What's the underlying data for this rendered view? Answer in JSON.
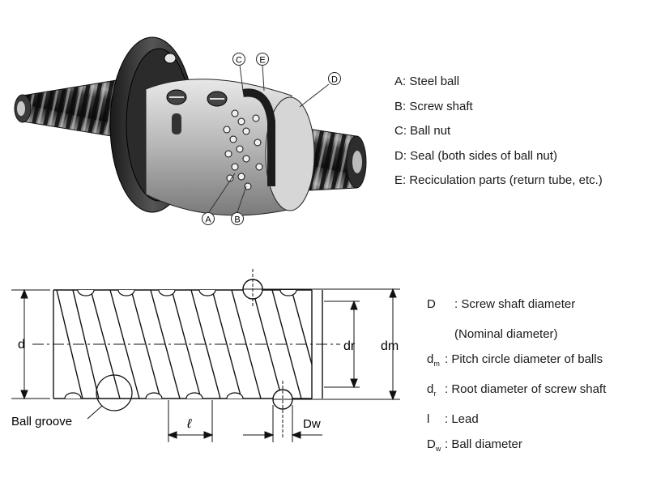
{
  "photo_callouts": [
    "C",
    "E",
    "D",
    "A",
    "B"
  ],
  "parts_legend": [
    "A: Steel ball",
    "B: Screw shaft",
    "C: Ball nut",
    "D: Seal (both sides of ball nut)",
    "E: Reciculation parts (return tube, etc.)"
  ],
  "schematic_labels": {
    "d": "d",
    "dr": "dr",
    "dm": "dm",
    "ball_groove": "Ball groove",
    "lead": "ℓ",
    "dw": "Dw"
  },
  "dimension_legend": [
    {
      "sym": "D",
      "sub": "",
      "sep": " : ",
      "desc": "Screw shaft diameter"
    },
    {
      "sym": "",
      "sub": "",
      "sep": "",
      "desc": "(Nominal diameter)"
    },
    {
      "sym": "d",
      "sub": "m",
      "sep": " : ",
      "desc": "Pitch circle diameter of balls"
    },
    {
      "sym": "d",
      "sub": "r",
      "sep": " : ",
      "desc": "Root diameter of screw shaft"
    },
    {
      "sym": "l",
      "sub": "",
      "sep": " : ",
      "desc": "Lead"
    },
    {
      "sym": "D",
      "sub": "w",
      "sep": " : ",
      "desc": "Ball diameter"
    }
  ]
}
